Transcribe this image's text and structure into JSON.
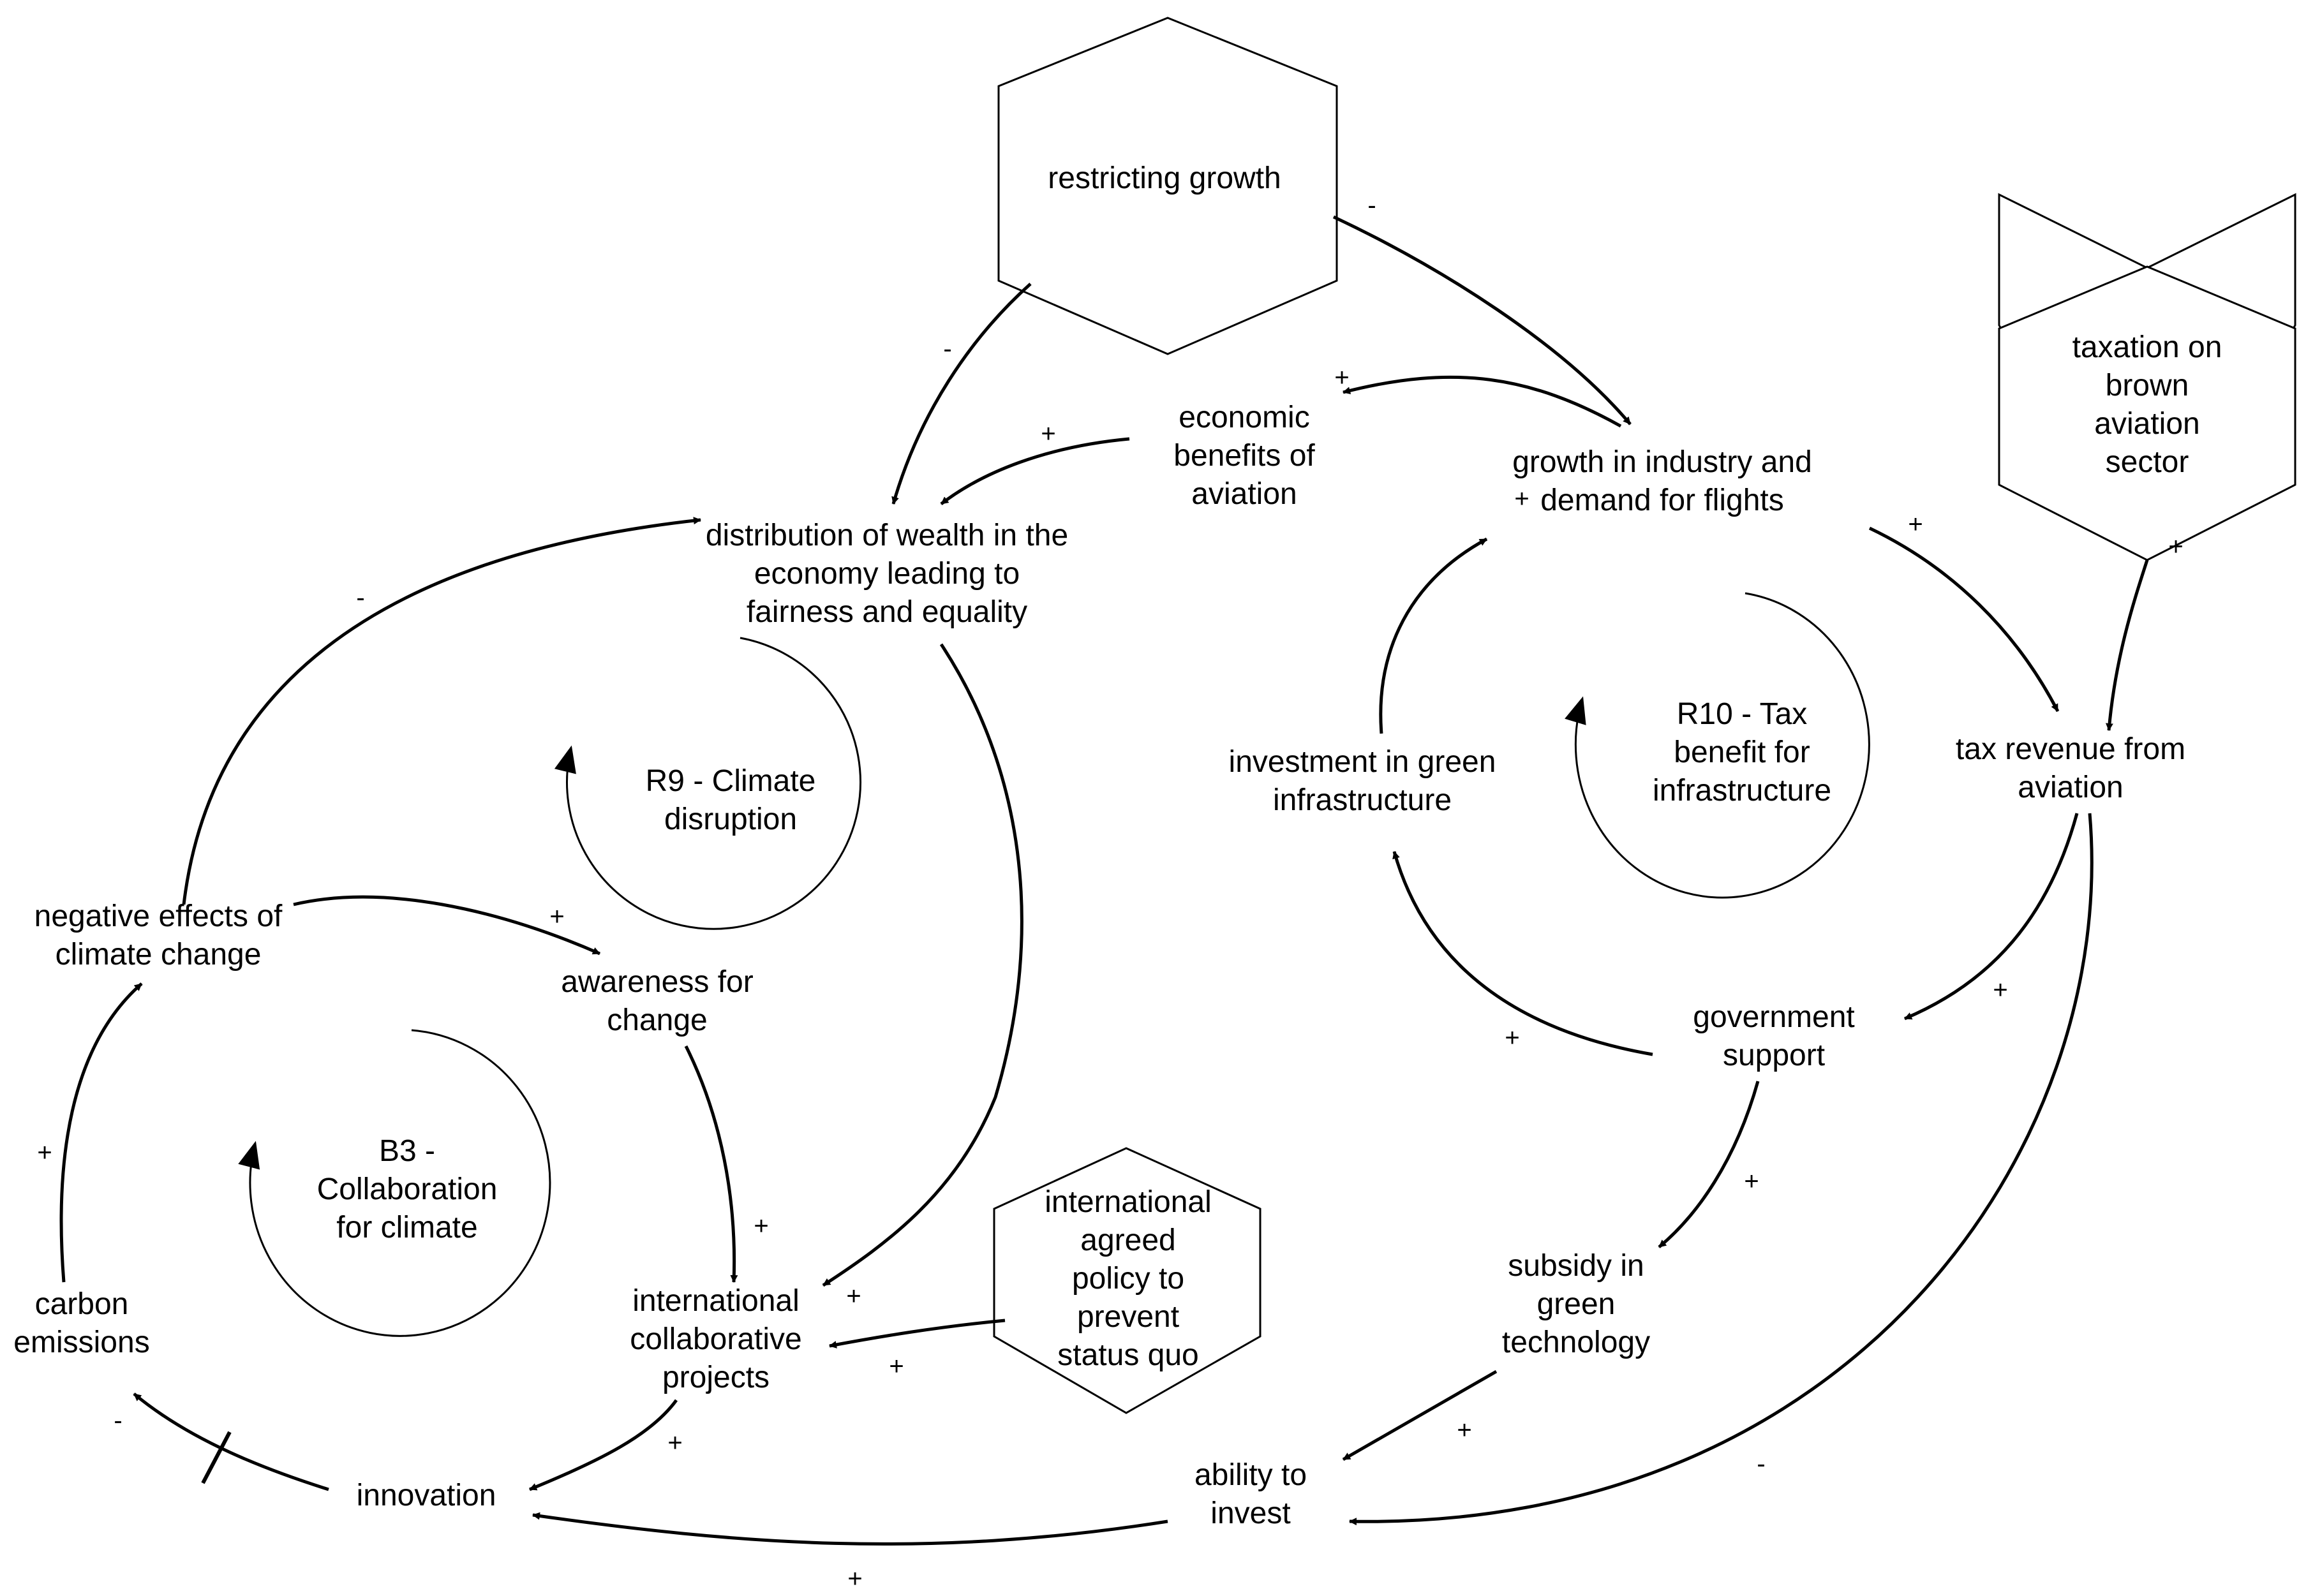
{
  "nodes": {
    "restricting_growth": [
      "restricting growth"
    ],
    "taxation": [
      "taxation on",
      "brown",
      "aviation",
      "sector"
    ],
    "intl_policy": [
      "international",
      "agreed",
      "policy to",
      "prevent",
      "status quo"
    ],
    "economic_benefits": [
      "economic",
      "benefits of",
      "aviation"
    ],
    "growth_industry": [
      "growth in industry and",
      "demand for flights"
    ],
    "distribution_wealth": [
      "distribution of wealth in the",
      "economy leading to",
      "fairness and equality"
    ],
    "investment_green": [
      "investment in green",
      "infrastructure"
    ],
    "tax_revenue": [
      "tax revenue from",
      "aviation"
    ],
    "negative_effects": [
      "negative effects of",
      "climate change"
    ],
    "awareness": [
      "awareness for",
      "change"
    ],
    "government_support": [
      "government",
      "support"
    ],
    "carbon_emissions": [
      "carbon",
      "emissions"
    ],
    "intl_projects": [
      "international",
      "collaborative",
      "projects"
    ],
    "subsidy": [
      "subsidy in",
      "green",
      "technology"
    ],
    "innovation": [
      "innovation"
    ],
    "ability_invest": [
      "ability to",
      "invest"
    ]
  },
  "loops": {
    "r9": [
      "R9 - Climate",
      "disruption"
    ],
    "r10": [
      "R10 - Tax",
      "benefit for",
      "infrastructure"
    ],
    "b3": [
      "B3 -",
      "Collaboration",
      "for climate"
    ]
  },
  "links": {
    "rg_to_growth": "-",
    "rg_to_dist": "-",
    "growth_to_econ": "+",
    "econ_to_dist": "+",
    "growth_to_tax": "+",
    "taxation_to_tax": "+",
    "neg_to_dist": "-",
    "dist_to_projects": "+",
    "neg_to_aware": "+",
    "aware_to_projects": "+",
    "policy_to_projects": "+",
    "invest_to_growth": "+",
    "gov_to_invest": "+",
    "tax_to_gov": "+",
    "gov_to_subsidy": "+",
    "subsidy_to_ability": "+",
    "tax_to_ability": "-",
    "ability_to_innov": "+",
    "projects_to_innov": "+",
    "innov_to_carbon": "-",
    "carbon_to_neg": "+"
  }
}
